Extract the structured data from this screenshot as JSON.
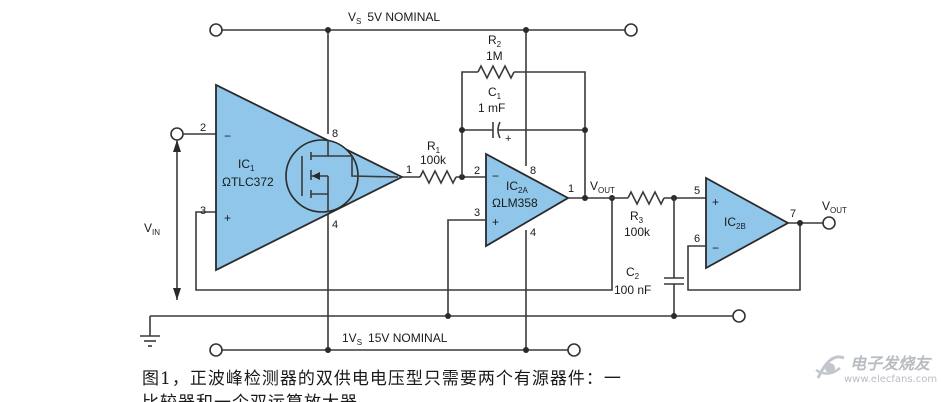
{
  "supply": {
    "top_label_main": "V",
    "top_label_sub": "S",
    "top_label_rest": "5V  NOMINAL",
    "bottom_label_main": "1V",
    "bottom_label_sub": "S",
    "bottom_label_rest": "15V  NOMINAL"
  },
  "ic1": {
    "name_main": "IC",
    "name_sub": "1",
    "part": "ΩTLC372",
    "pin_inv": "2",
    "pin_noninv": "3",
    "pin_vplus": "8",
    "pin_vminus": "4",
    "pin_out": "1",
    "sign_minus": "−",
    "sign_plus": "+"
  },
  "ic2a": {
    "name_main": "IC",
    "name_sub": "2A",
    "part": "ΩLM358",
    "pin_inv": "2",
    "pin_noninv": "3",
    "pin_vplus": "8",
    "pin_vminus": "4",
    "pin_out": "1",
    "sign_minus": "−",
    "sign_plus": "+"
  },
  "ic2b": {
    "name_main": "IC",
    "name_sub": "2B",
    "pin_noninv": "5",
    "pin_inv": "6",
    "pin_out": "7",
    "sign_minus": "−",
    "sign_plus": "+"
  },
  "components": {
    "r1_main": "R",
    "r1_sub": "1",
    "r1_value": "100k",
    "r2_main": "R",
    "r2_sub": "2",
    "r2_value": "1M",
    "c1_main": "C",
    "c1_sub": "1",
    "c1_value": "1  mF",
    "c1_plus": "+",
    "r3_main": "R",
    "r3_sub": "3",
    "r3_value": "100k",
    "c2_main": "C",
    "c2_sub": "2",
    "c2_value": "100  nF"
  },
  "signals": {
    "vin_main": "V",
    "vin_sub": "IN",
    "vout1_main": "V",
    "vout1_sub": "OUT",
    "vout2_main": "V",
    "vout2_sub": "OUT"
  },
  "caption": {
    "line1": "图1，正波峰检测器的双供电电压型只需要两个有源器件：一",
    "line2": "比较器和一个双运算放大器"
  },
  "watermark": {
    "title": "电子发烧友",
    "url": "www.elecfans.com"
  }
}
